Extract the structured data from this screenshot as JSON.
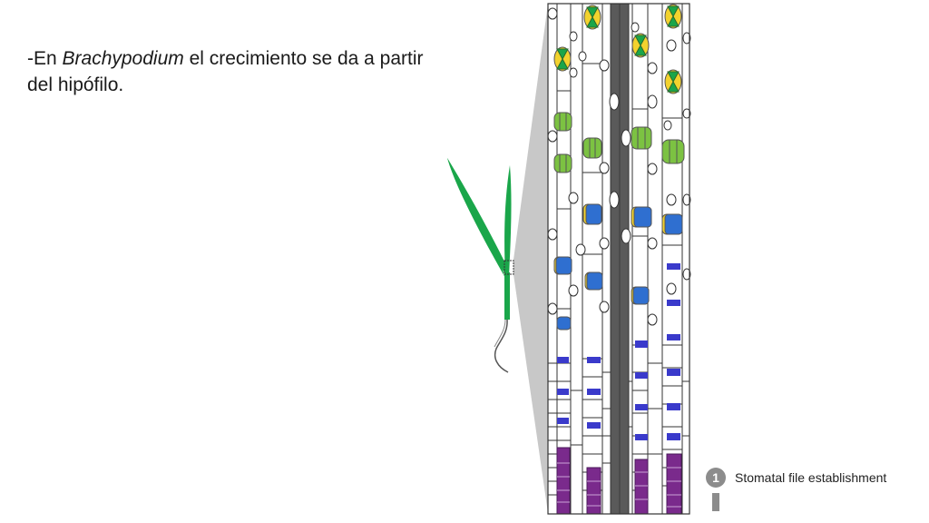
{
  "slide": {
    "text_prefix": "-En ",
    "text_italic": "Brachypodium",
    "text_suffix": " el crecimiento se da a partir del hipófilo."
  },
  "legend": {
    "step_number": "1",
    "label": "Stomatal file establishment"
  },
  "colors": {
    "leaf_green": "#1aa64a",
    "midrib_gray": "#5a5a5a",
    "cell_outline": "#333333",
    "guard_cell_yellow": "#f2d22e",
    "stomata_green": "#7cc242",
    "gmc_blue": "#2f6fd0",
    "early_blue_stripe": "#3a3acb",
    "purple_base": "#7a2a8c",
    "callout_gray": "#c8c8c8",
    "legend_gray": "#8c8c8c"
  }
}
